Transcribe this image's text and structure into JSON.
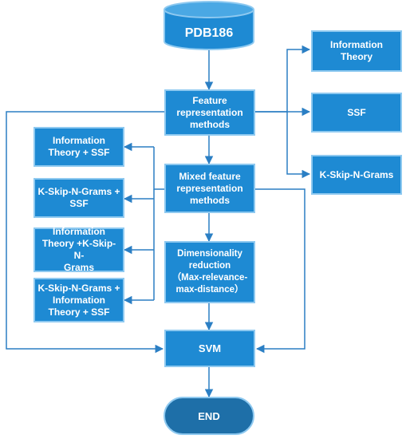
{
  "colors": {
    "box": "#1e8ad3",
    "box_border": "#8ec9f0",
    "line": "#2b7fc4",
    "end": "#1e6fa8"
  },
  "nodes": {
    "pdb": "PDB186",
    "feature": "Feature\nrepresentation\nmethods",
    "info_theory": "Information\nTheory",
    "ssf": "SSF",
    "kskip": "K-Skip-N-Grams",
    "mixed": "Mixed feature\nrepresentation\nmethods",
    "combo1": "Information\nTheory + SSF",
    "combo2": "K-Skip-N-Grams +\nSSF",
    "combo3": "Information\nTheory +K-Skip-N-\nGrams",
    "combo4": "K-Skip-N-Grams +\nInformation\nTheory + SSF",
    "dimred": "Dimensionality\nreduction\n（Max-relevance-\nmax-distance）",
    "svm": "SVM",
    "end": "END"
  }
}
